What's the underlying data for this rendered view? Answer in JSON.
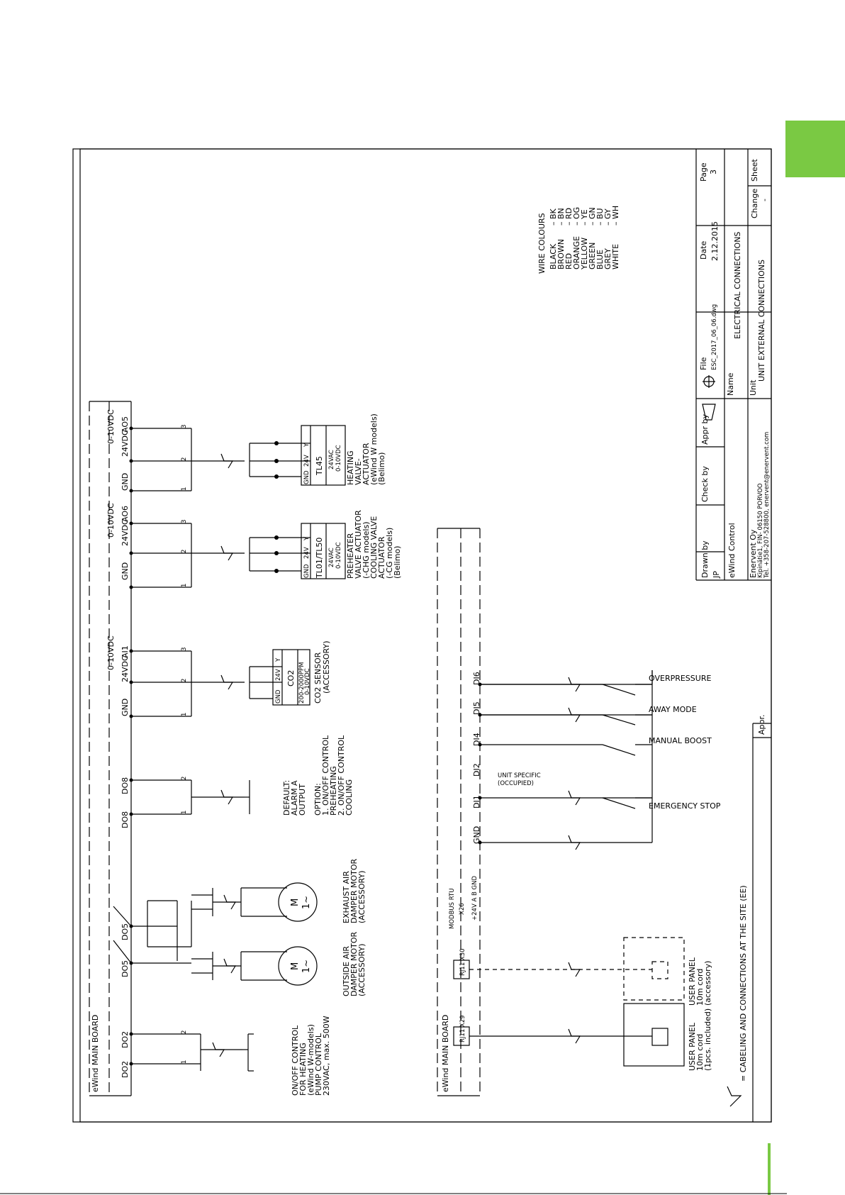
{
  "accent_color": "#7ac943",
  "side_tab_color": "#7ac943",
  "title_block": {
    "page_label": "Page",
    "page_value": "3",
    "date_label": "Date",
    "date_value": "2.12.2015",
    "file_label": "File",
    "file_value": "ESC_2017_06_06.dwg",
    "appr_by_label": "Appr by",
    "check_by_label": "Check by",
    "drawn_by_label": "Drawn by",
    "drawn_by_value": "JP",
    "name_label": "Name",
    "name_value": "ELECTRICAL CONNECTIONS",
    "unit_label": "Unit",
    "unit_value": "UNIT EXTERNAL CONNECTIONS",
    "change_label": "Change",
    "change_value": "-",
    "sheet_label": "Sheet",
    "appr_label": "Appr.",
    "project": "eWind Control",
    "company": "Enervent Oy",
    "company_address": "Kipinätie1, FIN- 06150 PORVOO",
    "company_contact": "Tel. +358-207-528800, enervent@enervent.com"
  },
  "wire_colours": {
    "title": "WIRE COLOURS",
    "items": [
      {
        "name": "BLACK",
        "code": "– BK"
      },
      {
        "name": "BROWN",
        "code": "– BN"
      },
      {
        "name": "RED",
        "code": "– RD"
      },
      {
        "name": "ORANGE",
        "code": "– OG"
      },
      {
        "name": "YELLOW",
        "code": "– YE"
      },
      {
        "name": "GREEN",
        "code": "– GN"
      },
      {
        "name": "BLUE",
        "code": "– BU"
      },
      {
        "name": "GREY",
        "code": "– GY"
      },
      {
        "name": "WHITE",
        "code": "– WH"
      }
    ]
  },
  "upper_board": {
    "label": "eWind MAIN BOARD",
    "terminals": [
      "DO2",
      "DO2",
      "DO5",
      "DO5",
      "DO8",
      "DO8",
      "GND",
      "24VDC",
      "AI1",
      "0-10VDC",
      "GND",
      "24VDC",
      "AO6",
      "0-10VDC",
      "GND",
      "24VDC",
      "AO5",
      "0-10VDC"
    ],
    "wire_numbers": [
      "1",
      "2",
      "3"
    ]
  },
  "lower_board": {
    "label": "eWind MAIN BOARD",
    "modbus_label": "MODBUS RTU",
    "modbus_x": "X26",
    "modbus_pins": "+24V A B GND",
    "connector_labels": [
      "RJ11 X29",
      "RJ11 X30"
    ],
    "terminals": [
      "GND",
      "DI1",
      "DI2",
      "DI4",
      "DI5",
      "DI6"
    ]
  },
  "co2_sensor": {
    "pins": [
      "GND",
      "24V",
      "Y"
    ],
    "name": "CO2",
    "range": "200-2000PPM",
    "signal": "0-10VDC",
    "caption": [
      "CO2 SENSOR",
      "(ACCESSORY)"
    ]
  },
  "actuator_preheat": {
    "pins": [
      "GND",
      "24V",
      "Y"
    ],
    "name": "TL01/TL50",
    "supply": "24VAC",
    "signal": "0-10VDC",
    "caption": [
      "PREHEATER",
      "VALVE ACTUATOR",
      "(-CHG models)",
      "COOLING VALVE",
      "ACTUATOR",
      "(-CG models)",
      "(Belimo)"
    ]
  },
  "actuator_heating": {
    "pins": [
      "GND",
      "24V",
      "Y"
    ],
    "name": "TL45",
    "supply": "24VAC",
    "signal": "0-10VDC",
    "caption": [
      "HEATING",
      "VALVE-",
      "ACTUATOR",
      "(eWind W models)",
      "(Belimo)"
    ]
  },
  "captions": {
    "onoff": [
      "ON/OFF CONTROL",
      "FOR HEATING",
      "(eWind W-models)",
      "PUMP CONTROL",
      "230VAC, max. 500W"
    ],
    "outside_damper": [
      "OUTSIDE AIR",
      "DAMPER MOTOR",
      "(ACCESSORY)"
    ],
    "exhaust_damper": [
      "EXHAUST AIR",
      "DAMPER MOTOR",
      "(ACCESSORY)"
    ],
    "do8_default": [
      "DEFAULT:",
      "ALARM A",
      "OUTPUT"
    ],
    "do8_option": [
      "OPTION:",
      "1. ON/OFF CONTROL",
      "   PREHEATING",
      "2. ON/OFF CONTROL",
      "   COOLING"
    ],
    "motor_symbol": "M",
    "motor_phase": "1~",
    "unit_specific": [
      "UNIT SPECIFIC",
      "(OCCUPIED)"
    ],
    "switches": [
      "OVERPRESSURE",
      "AWAY MODE",
      "MANUAL BOOST",
      "EMERGENCY STOP"
    ],
    "user_panel_1": [
      "USER PANEL",
      "10m cord",
      "(1pcs. included)"
    ],
    "user_panel_2": [
      "USER PANEL",
      "10m cord",
      "(accessory)"
    ],
    "legend": "= CABELING AND CONNECTIONS AT THE SITE (EE)"
  }
}
